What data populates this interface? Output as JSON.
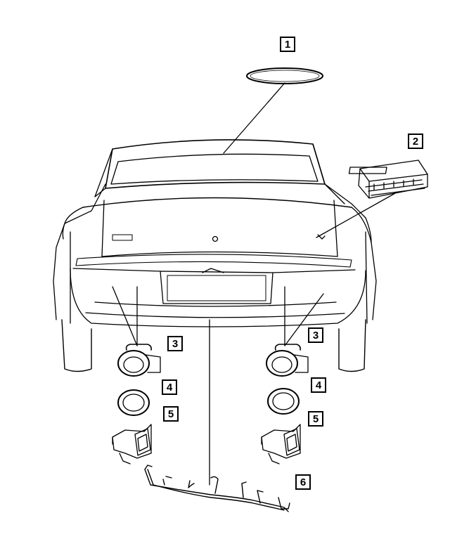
{
  "callouts": {
    "c1": "1",
    "c2": "2",
    "c3_left": "3",
    "c3_right": "3",
    "c4_left": "4",
    "c4_right": "4",
    "c5_left": "5",
    "c5_right": "5",
    "c6": "6"
  },
  "colors": {
    "line": "#000000",
    "background": "#ffffff"
  }
}
